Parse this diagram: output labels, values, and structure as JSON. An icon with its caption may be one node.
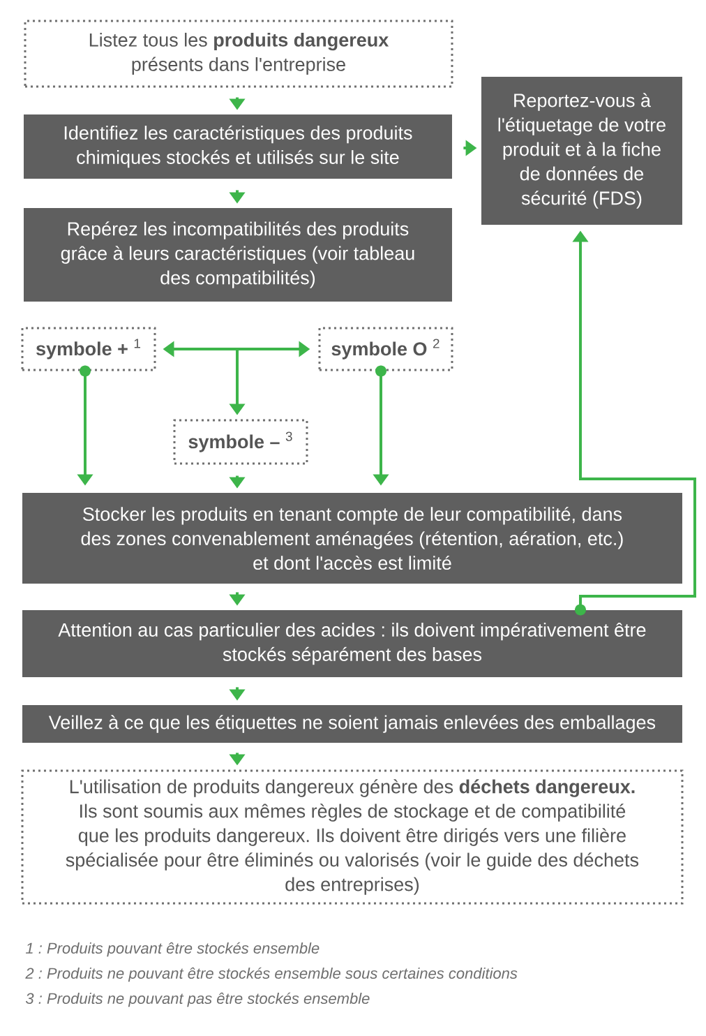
{
  "diagram": {
    "nodes": [
      {
        "text": [
          "Listez tous les **produits dangereux** présents dans l'entreprise"
        ]
      },
      {
        "text": [
          "Identifiez les caractéristiques des produits chimiques stockés et utilisés sur le site"
        ]
      },
      {
        "text": [
          "Reportez-vous à l'étiquetage de votre produit et à la fiche de données de sécurité (FDS)"
        ]
      },
      {
        "text": [
          "Repérez les incompatibilités des produits grâce à leurs caractéristiques (voir tableau des compatibilités)"
        ]
      },
      {
        "text": [
          "**symbole +** $^{1}$"
        ]
      },
      {
        "text": [
          "**symbole O** $^{2}$"
        ]
      },
      {
        "text": [
          "**symbole –** $^{3}$"
        ]
      },
      {
        "text": [
          "Stocker les produits en tenant compte de leur compatibilité, dans des zones convenablement aménagées (rétention, aération, etc.) et dont l'accès est limité"
        ]
      },
      {
        "text": [
          "Attention au cas particulier des acides : ils doivent impérativement être stockés séparément des bases"
        ]
      },
      {
        "text": [
          "Veillez à ce que les étiquettes ne soient jamais enlevées des emballages"
        ]
      },
      {
        "text": [
          "L'utilisation de produits dangereux génère des **déchets dangereux.** Ils sont soumis aux mêmes règles de stockage et de compatibilité que les produits dangereux. Ils doivent être dirigés vers une filière spécialisée pour être éliminés ou valorisés (voir le guide des déchets des entreprises)"
        ]
      }
    ],
    "edges": [
      {
        "from": 0,
        "to": 1,
        "arrow": "to"
      },
      {
        "from": 1,
        "to": 2,
        "arrow": "to"
      },
      {
        "from": 1,
        "to": 3,
        "arrow": "to"
      },
      {
        "from": 4,
        "to": 5,
        "arrow": "both"
      },
      {
        "from": null,
        "to": 6,
        "arrow": "to"
      },
      {
        "from": 4,
        "to": 7,
        "arrow": "to"
      },
      {
        "from": 6,
        "to": 7,
        "arrow": "to"
      },
      {
        "from": 5,
        "to": 7,
        "arrow": "to"
      },
      {
        "from": 7,
        "to": 8,
        "arrow": "to"
      },
      {
        "from": 8,
        "to": 2,
        "arrow": "to"
      },
      {
        "from": 8,
        "to": 9,
        "arrow": "to"
      },
      {
        "from": 9,
        "to": 10,
        "arrow": "to"
      }
    ],
    "labels": [
      "1 : Produits pouvant être stockés ensemble",
      "2 : Produits ne pouvant être stockés ensemble sous certaines conditions",
      "3 : Produits ne pouvant pas être stockés ensemble"
    ]
  }
}
